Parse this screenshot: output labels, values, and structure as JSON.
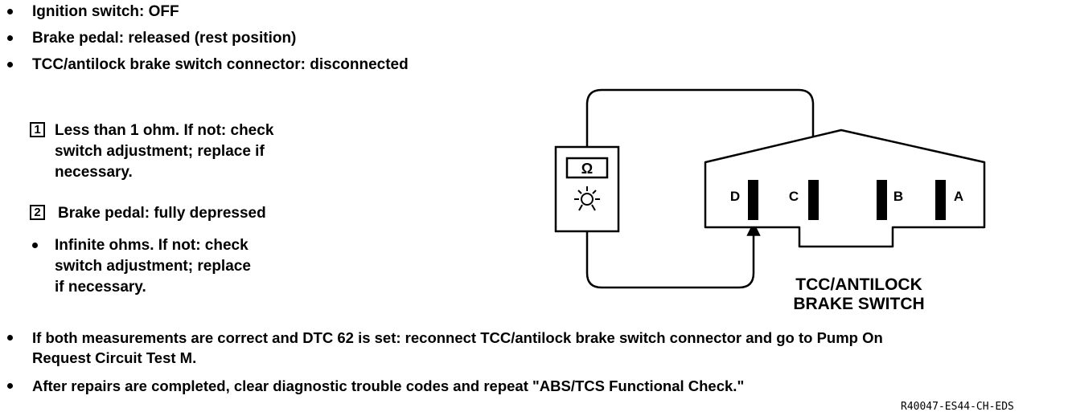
{
  "conditions": [
    "Ignition switch:  OFF",
    "Brake pedal: released (rest position)",
    "TCC/antilock brake switch connector: disconnected"
  ],
  "step1": {
    "number": "1",
    "lines": [
      "Less than 1 ohm. If not: check",
      "switch adjustment; replace if",
      "necessary."
    ]
  },
  "step2": {
    "number": "2",
    "heading": "Brake pedal: fully depressed",
    "lines": [
      "Infinite ohms. If not: check",
      "switch adjustment; replace",
      "if necessary."
    ]
  },
  "footer": [
    {
      "line1": "If both measurements are correct and DTC 62 is set: reconnect TCC/antilock brake switch connector and go to Pump On",
      "line2_text": "Request Circuit Test ",
      "line2_bold": "M",
      "line2_end": "."
    },
    {
      "line1": "After repairs are completed, clear diagnostic trouble codes and repeat \"ABS/TCS Functional Check.\""
    }
  ],
  "diagram": {
    "meter_symbol": "Ω",
    "meter_icon": "light-bulb-icon",
    "pins": [
      "D",
      "C",
      "B",
      "A"
    ],
    "title_lines": [
      "TCC/ANTILOCK",
      "BRAKE SWITCH"
    ]
  },
  "reference_code": "R40047-ES44-CH-EDS"
}
